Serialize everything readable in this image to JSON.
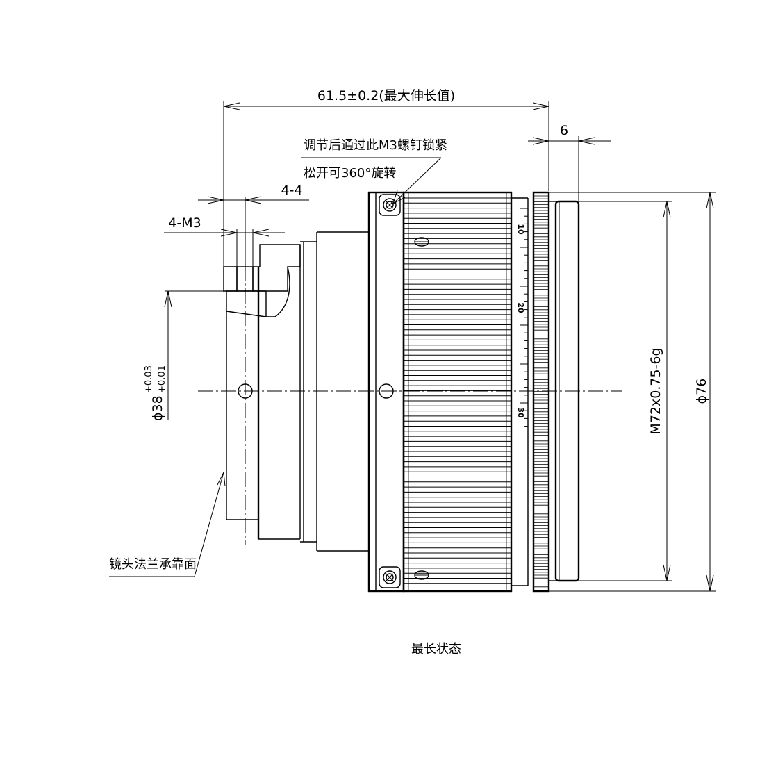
{
  "dimensions": {
    "overall_length": "61.5±0.2(最大伸长值)",
    "front_width": "6",
    "mount_spacing": "4-4",
    "mount_thread": "4-M3",
    "mount_dia_main": "ϕ38",
    "mount_dia_tol_upper": "+0.03",
    "mount_dia_tol_lower": "+0.01",
    "filter_thread": "M72x0.75-6g",
    "outer_dia": "ϕ76"
  },
  "notes": {
    "lock_line1": "调节后通过此M3螺钉锁紧",
    "lock_line2": "松开可360°旋转",
    "flange": "镜头法兰承靠面",
    "state": "最长状态"
  },
  "scale": {
    "marks": [
      "10",
      "20",
      "30"
    ]
  },
  "colors": {
    "line": "#000000",
    "background": "#ffffff"
  }
}
